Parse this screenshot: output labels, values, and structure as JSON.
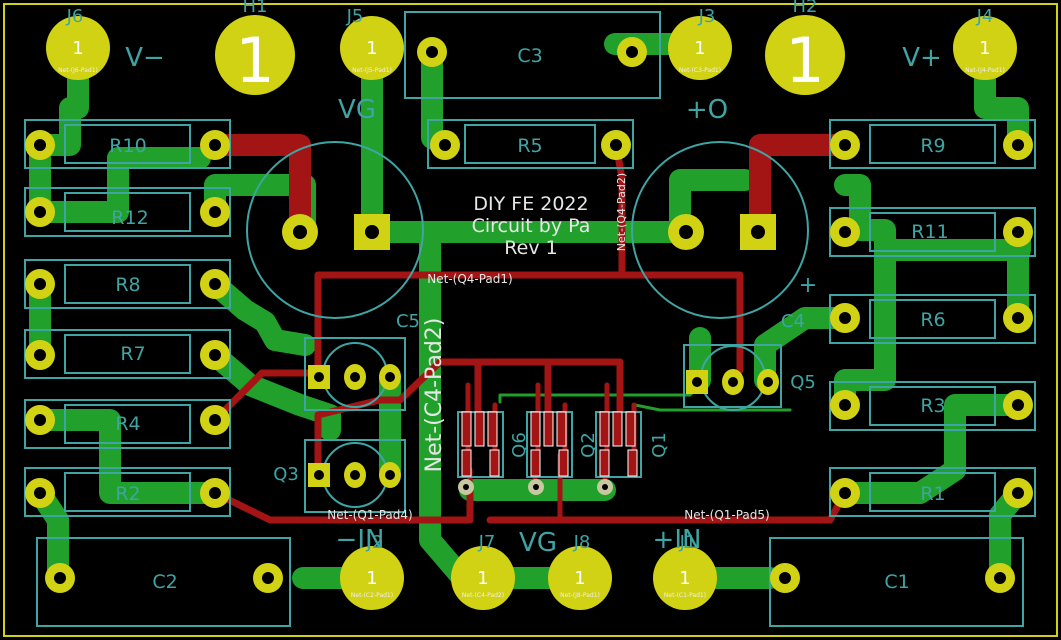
{
  "board": {
    "outline_color": "#d2d214",
    "copper_top": "#21a12b",
    "copper_bottom": "#a31414",
    "silkscreen": "#3fa4a4",
    "pad_color": "#d2d214"
  },
  "board_text": {
    "title": "DIY FE 2022",
    "subtitle": "Circuit by Pa",
    "rev": "Rev 1"
  },
  "labels": {
    "v_minus": "V−",
    "v_plus": "V+",
    "vg_top": "VG",
    "vg_bottom": "VG",
    "plus_o": "+O",
    "minus_in": "−IN",
    "plus_in": "+IN",
    "plus_mark": "+"
  },
  "connectors": {
    "J6": "J6",
    "H1": "H1",
    "J5": "J5",
    "J3": "J3",
    "H2": "H2",
    "J4": "J4",
    "J2": "J2",
    "J7": "J7",
    "J8": "J8",
    "J1": "J1"
  },
  "pad_numbers": {
    "one": "1"
  },
  "pad_nets": {
    "J6": "Net-(J6-Pad1)",
    "J5": "Net-(J5-Pad1)",
    "J3": "Net-(C3-Pad1)",
    "J4": "Net-(J4-Pad1)",
    "J2": "Net-(C2-Pad1)",
    "J7": "Net-(C4-Pad2)",
    "J8": "Net-(J8-Pad1)",
    "J1": "Net-(C1-Pad1)"
  },
  "components": {
    "R10": "R10",
    "R12": "R12",
    "R8": "R8",
    "R7": "R7",
    "R4": "R4",
    "R2": "R2",
    "R5": "R5",
    "R9": "R9",
    "R11": "R11",
    "R6": "R6",
    "R3": "R3",
    "R1": "R1",
    "C1": "C1",
    "C2": "C2",
    "C3": "C3",
    "C4": "C4",
    "C5": "C5",
    "Q1": "Q1",
    "Q2": "Q2",
    "Q3": "Q3",
    "Q5": "Q5",
    "Q6": "Q6"
  },
  "nets": {
    "q4_pad1": "Net-(Q4-Pad1)",
    "q4_pad2": "Net-(Q4-Pad2)",
    "c4_pad2": "Net-(C4-Pad2)",
    "q1_pad4": "Net-(Q1-Pad4)",
    "q1_pad5": "Net-(Q1-Pad5)"
  }
}
